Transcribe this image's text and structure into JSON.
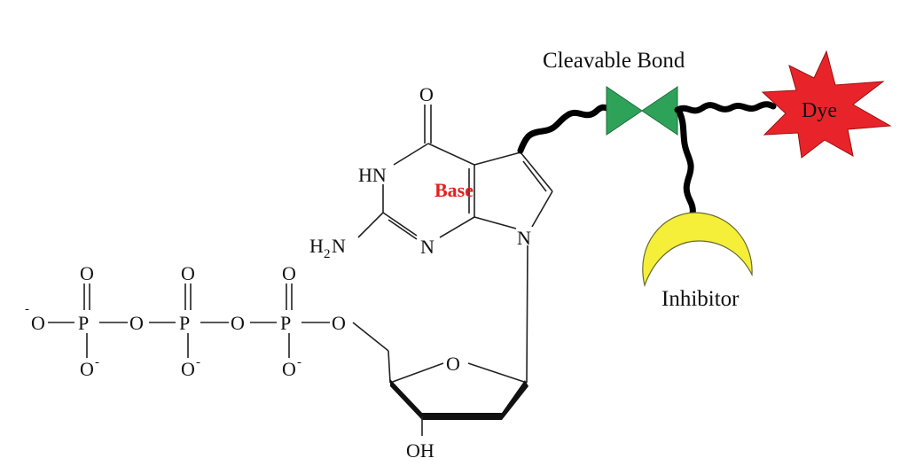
{
  "labels": {
    "cleavable_bond": "Cleavable Bond",
    "dye": "Dye",
    "inhibitor": "Inhibitor",
    "base": "Base"
  },
  "atoms": {
    "carbonyl_o": "O",
    "hn": "HN",
    "h2n_h": "H",
    "h2n_sub": "2",
    "h2n_n": "N",
    "n_ring": "N",
    "n_glyco": "N",
    "o_sugar": "O",
    "oh": "OH",
    "o_link": "O",
    "p": "P",
    "o": "O",
    "o_minus": "O",
    "minus": "-"
  },
  "colors": {
    "base_text": "#e02020",
    "dye_fill": "#e8242a",
    "inhibitor_fill": "#f5ef3a",
    "cleavable_fill": "#2fa25a"
  }
}
